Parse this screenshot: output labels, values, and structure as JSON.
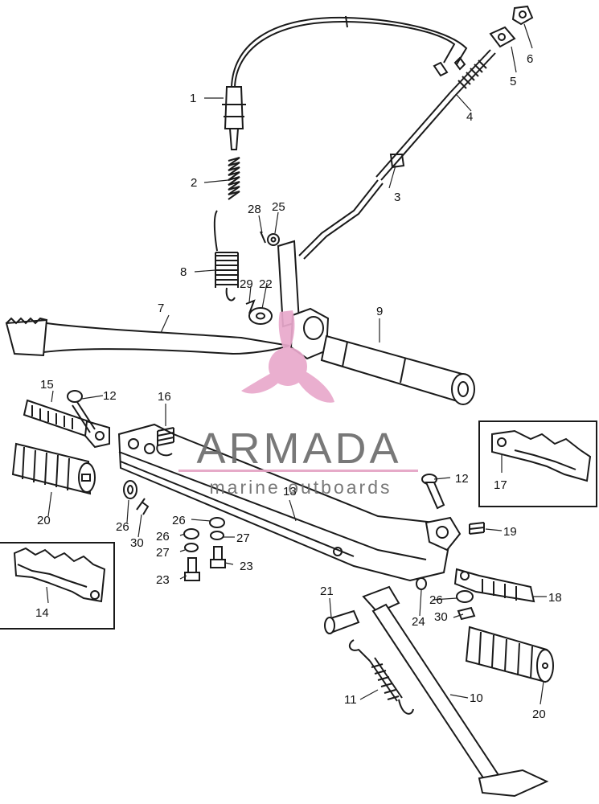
{
  "diagram": {
    "callouts": [
      {
        "id": "c1",
        "text": "1"
      },
      {
        "id": "c2",
        "text": "2"
      },
      {
        "id": "c3",
        "text": "3"
      },
      {
        "id": "c4",
        "text": "4"
      },
      {
        "id": "c5",
        "text": "5"
      },
      {
        "id": "c6",
        "text": "6"
      },
      {
        "id": "c7",
        "text": "7"
      },
      {
        "id": "c8",
        "text": "8"
      },
      {
        "id": "c9",
        "text": "9"
      },
      {
        "id": "c10",
        "text": "10"
      },
      {
        "id": "c11",
        "text": "11"
      },
      {
        "id": "c12a",
        "text": "12"
      },
      {
        "id": "c12b",
        "text": "12"
      },
      {
        "id": "c13",
        "text": "13"
      },
      {
        "id": "c14",
        "text": "14"
      },
      {
        "id": "c15",
        "text": "15"
      },
      {
        "id": "c16",
        "text": "16"
      },
      {
        "id": "c17",
        "text": "17"
      },
      {
        "id": "c18",
        "text": "18"
      },
      {
        "id": "c19",
        "text": "19"
      },
      {
        "id": "c20a",
        "text": "20"
      },
      {
        "id": "c20b",
        "text": "20"
      },
      {
        "id": "c21",
        "text": "21"
      },
      {
        "id": "c22",
        "text": "22"
      },
      {
        "id": "c23a",
        "text": "23"
      },
      {
        "id": "c23b",
        "text": "23"
      },
      {
        "id": "c24",
        "text": "24"
      },
      {
        "id": "c25",
        "text": "25"
      },
      {
        "id": "c26a",
        "text": "26"
      },
      {
        "id": "c26b",
        "text": "26"
      },
      {
        "id": "c26c",
        "text": "26"
      },
      {
        "id": "c26d",
        "text": "26"
      },
      {
        "id": "c27a",
        "text": "27"
      },
      {
        "id": "c27b",
        "text": "27"
      },
      {
        "id": "c28",
        "text": "28"
      },
      {
        "id": "c29",
        "text": "29"
      },
      {
        "id": "c30a",
        "text": "30"
      },
      {
        "id": "c30b",
        "text": "30"
      }
    ]
  },
  "watermark": {
    "title": "ARMADA",
    "subtitle": "marine outboards",
    "colors": {
      "logo": "#e9a9cc",
      "text": "#6d6d6d",
      "rule": "#e4a3c4"
    }
  }
}
